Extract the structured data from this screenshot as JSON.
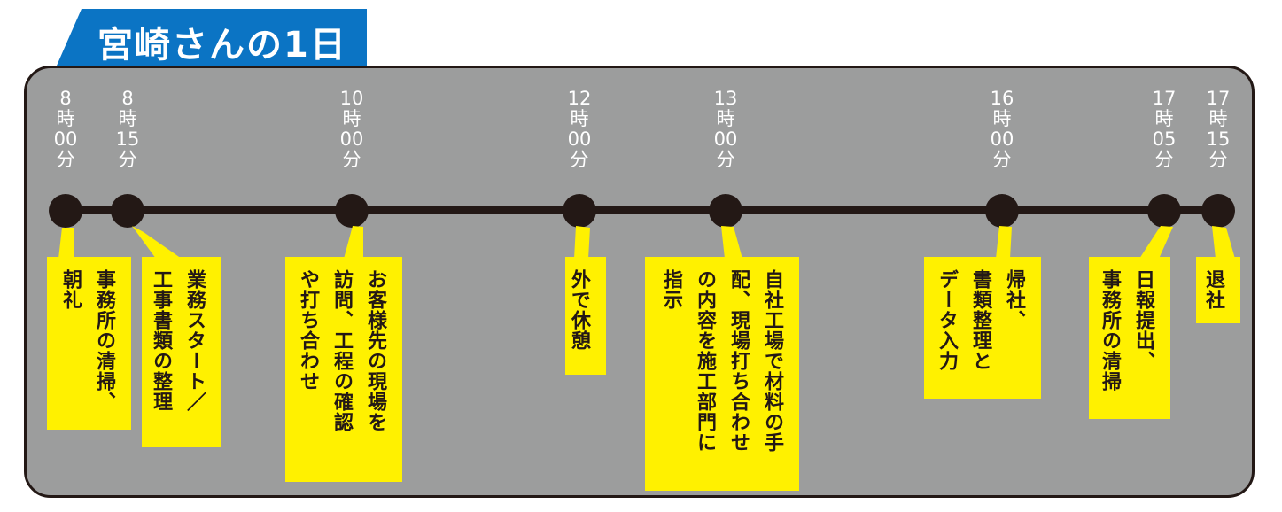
{
  "title": "宮崎さんの1日",
  "colors": {
    "tab": "#0b74c4",
    "panel": "#9c9d9d",
    "line": "#231815",
    "note": "#fff100"
  },
  "times": [
    {
      "h": "8",
      "unit": "時",
      "m": "00",
      "mu": "分"
    },
    {
      "h": "8",
      "unit": "時",
      "m": "15",
      "mu": "分"
    },
    {
      "h": "10",
      "unit": "時",
      "m": "00",
      "mu": "分"
    },
    {
      "h": "12",
      "unit": "時",
      "m": "00",
      "mu": "分"
    },
    {
      "h": "13",
      "unit": "時",
      "m": "00",
      "mu": "分"
    },
    {
      "h": "16",
      "unit": "時",
      "m": "00",
      "mu": "分"
    },
    {
      "h": "17",
      "unit": "時",
      "m": "05",
      "mu": "分"
    },
    {
      "h": "17",
      "unit": "時",
      "m": "15",
      "mu": "分"
    }
  ],
  "notes": [
    "事務所の清掃、\n朝礼",
    "業務スタート／\n工事書類の整理",
    "お客様先の現場を\n訪問、工程の確認\nや打ち合わせ",
    "外で休憩",
    "自社工場で材料の手\n配、現場打ち合わせ\nの内容を施工部門に\n指示",
    "帰社、\n書類整理と\nデータ入力",
    "日報提出、\n事務所の清掃",
    "退社"
  ]
}
